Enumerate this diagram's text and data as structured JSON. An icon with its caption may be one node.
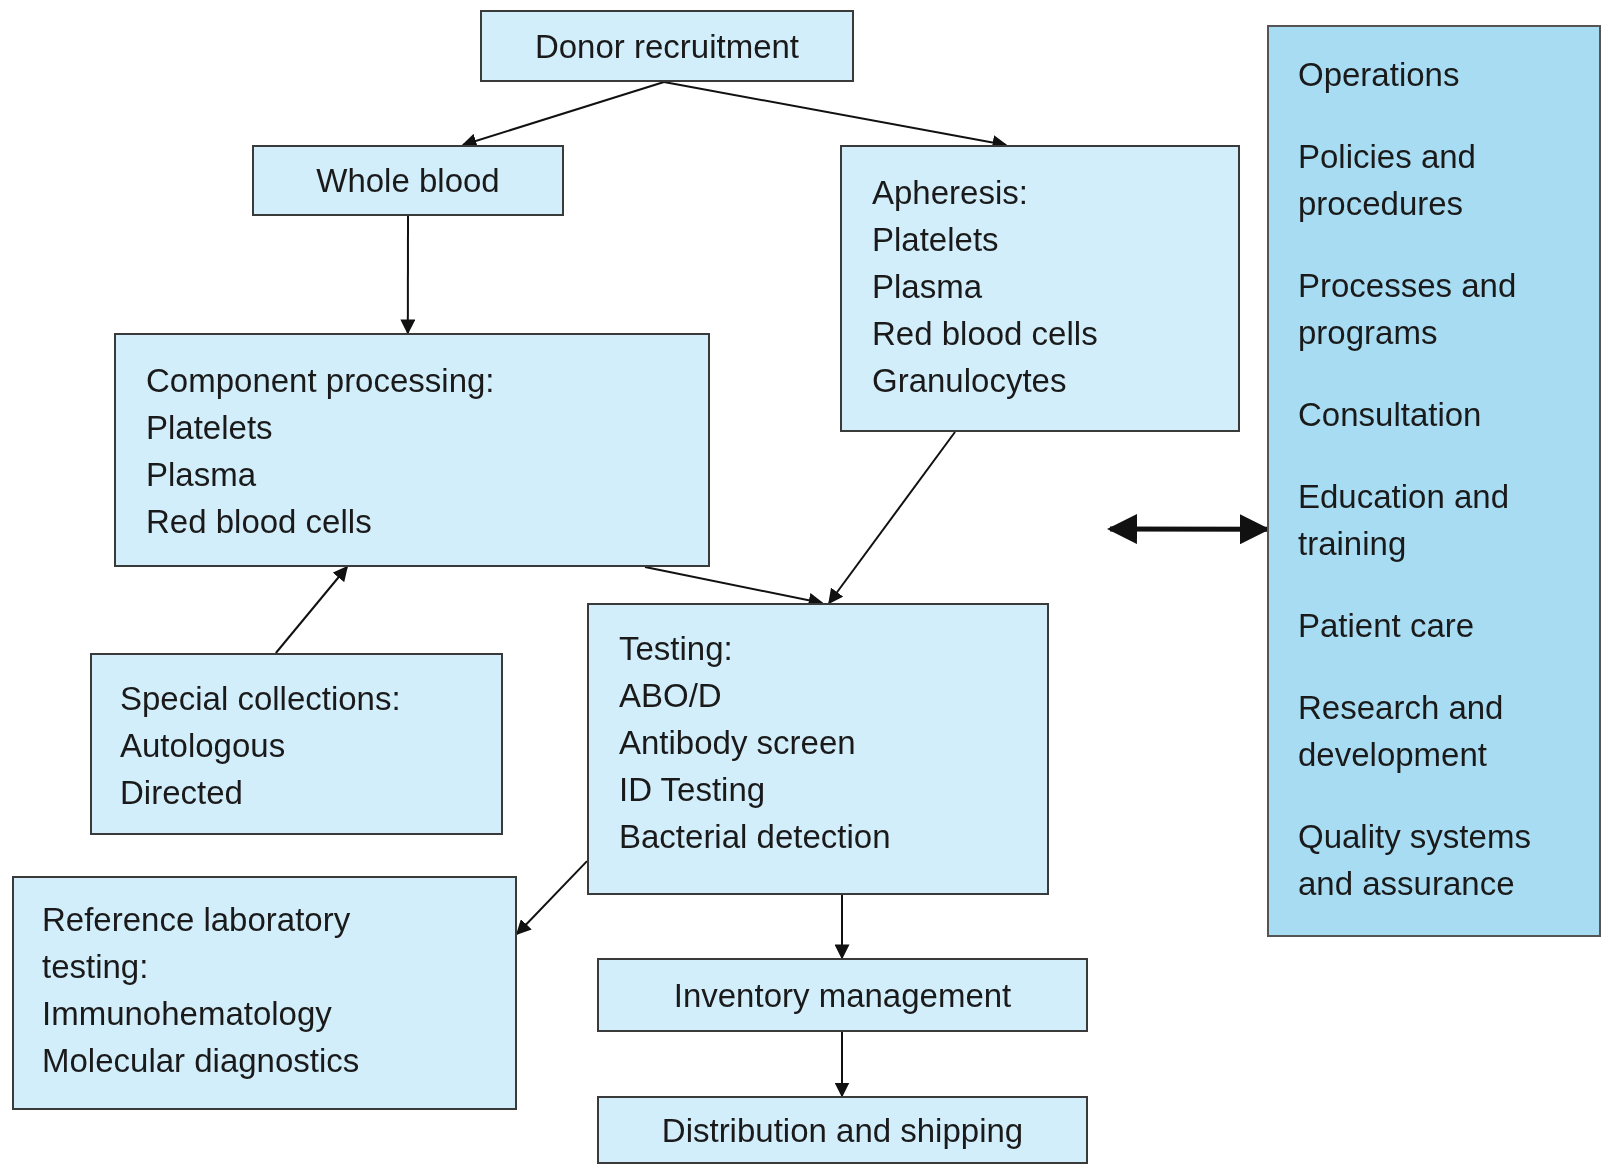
{
  "diagram": {
    "nodes": [
      {
        "text": [
          "Donor recruitment"
        ]
      },
      {
        "text": [
          "Whole blood"
        ]
      },
      {
        "text": [
          "Apheresis:",
          "Platelets",
          "Plasma",
          "Red blood cells",
          "Granulocytes"
        ]
      },
      {
        "text": [
          "Component processing:",
          "Platelets",
          "Plasma",
          "Red blood cells"
        ]
      },
      {
        "text": [
          "Special collections:",
          "Autologous",
          "Directed"
        ]
      },
      {
        "text": [
          "Testing:",
          "ABO/D",
          "Antibody screen",
          "ID Testing",
          "Bacterial detection"
        ]
      },
      {
        "text": [
          "Reference laboratory testing:",
          "Immunohematology",
          "Molecular diagnostics"
        ]
      },
      {
        "text": [
          "Inventory management"
        ]
      },
      {
        "text": [
          "Distribution and shipping"
        ]
      },
      {
        "text": [
          "Operations",
          "Policies and procedures",
          "Processes and programs",
          "Consultation",
          "Education and training",
          "Patient care",
          "Research and development",
          "Quality systems and assurance"
        ]
      }
    ],
    "edges": [
      {
        "from": 0,
        "to": 1,
        "arrow": "to"
      },
      {
        "from": 0,
        "to": 2,
        "arrow": "to"
      },
      {
        "from": 1,
        "to": 3,
        "arrow": "to"
      },
      {
        "from": 2,
        "to": 5,
        "arrow": "to"
      },
      {
        "from": 3,
        "to": 5,
        "arrow": "to"
      },
      {
        "from": 4,
        "to": 3,
        "arrow": "to"
      },
      {
        "from": 5,
        "to": 6,
        "arrow": "to"
      },
      {
        "from": 5,
        "to": 7,
        "arrow": "to"
      },
      {
        "from": 7,
        "to": 8,
        "arrow": "to"
      },
      {
        "from": null,
        "to": 9,
        "arrow": "both",
        "style": "thick"
      }
    ]
  }
}
